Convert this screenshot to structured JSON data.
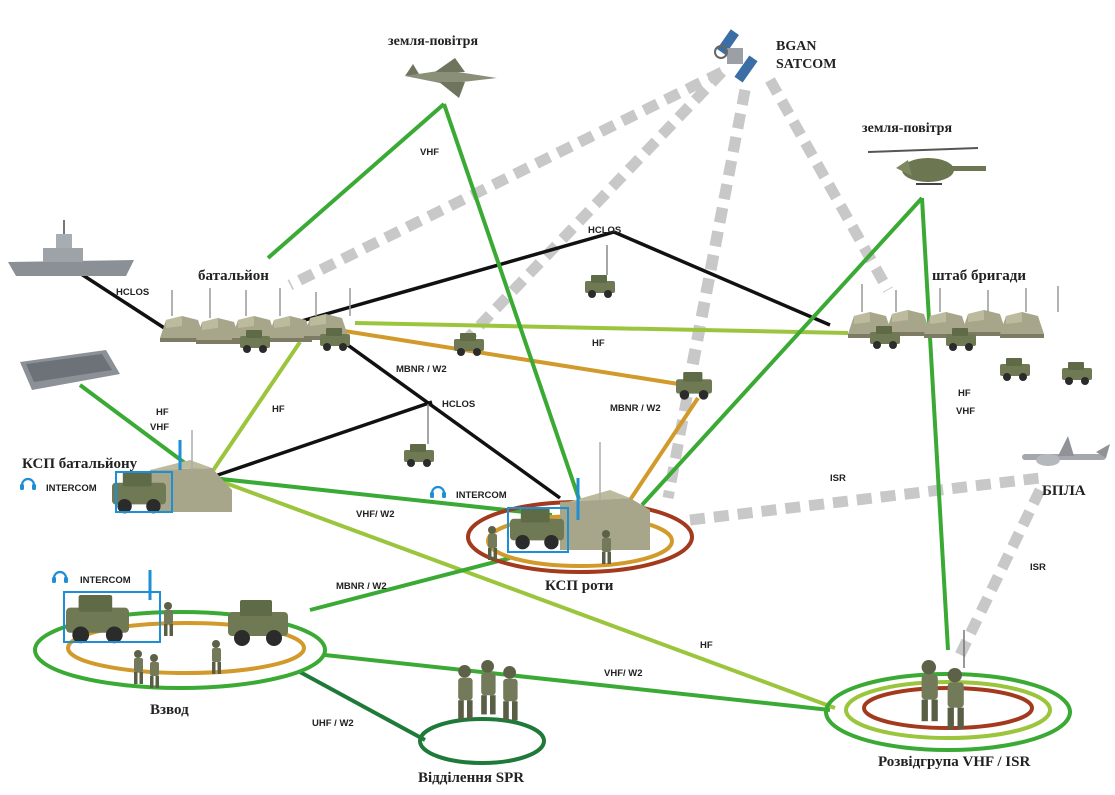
{
  "colors": {
    "green": "#3aaa35",
    "dark_green": "#1f7a3a",
    "light_green": "#9bc53d",
    "orange": "#d19a2a",
    "black": "#111111",
    "satcom_dash": "#c8c8c8",
    "ring_red": "#a33a1e",
    "intercom_blue": "#1e8fd5"
  },
  "nodes": {
    "air_top_label": "земля-повітря",
    "satcom_label_1": "BGAN",
    "satcom_label_2": "SATCOM",
    "air_right_label": "земля-повітря",
    "battalion_label": "батальйон",
    "brigade_hq_label": "штаб бригади",
    "battalion_cp_label": "КСП батальйону",
    "company_cp_label": "КСП роти",
    "platoon_label": "Взвод",
    "squad_label": "Відділення SPR",
    "recon_label": "Розвідгрупа VHF / ISR",
    "uav_label": "БПЛА"
  },
  "links": {
    "vhf_air": "VHF",
    "hclos_ship": "HCLOS",
    "hclos_top": "HCLOS",
    "hclos_mid": "HCLOS",
    "hf_top": "HF",
    "mbnr_w2_top": "MBNR / W2",
    "mbnr_w2_right": "MBNR / W2",
    "hf_boat": "HF",
    "vhf_boat": "VHF",
    "hf_bn": "HF",
    "hf_bde": "HF",
    "vhf_bde": "VHF",
    "isr_uav": "ISR",
    "isr_recon": "ISR",
    "vhf_w2_bncp": "VHF/ W2",
    "mbnr_w2_platoon": "MBNR / W2",
    "hf_recon": "HF",
    "vhf_w2_recon": "VHF/ W2",
    "uhf_w2_squad": "UHF / W2"
  },
  "intercom": {
    "bn_cp": "INTERCOM",
    "company": "INTERCOM",
    "platoon": "INTERCOM"
  },
  "icons": [
    "headset-icon",
    "satellite-icon",
    "jet-icon",
    "helicopter-icon",
    "ship-icon",
    "landing-craft-icon",
    "tent-icon",
    "humvee-icon",
    "antenna-icon",
    "uav-icon",
    "soldier-icon"
  ]
}
